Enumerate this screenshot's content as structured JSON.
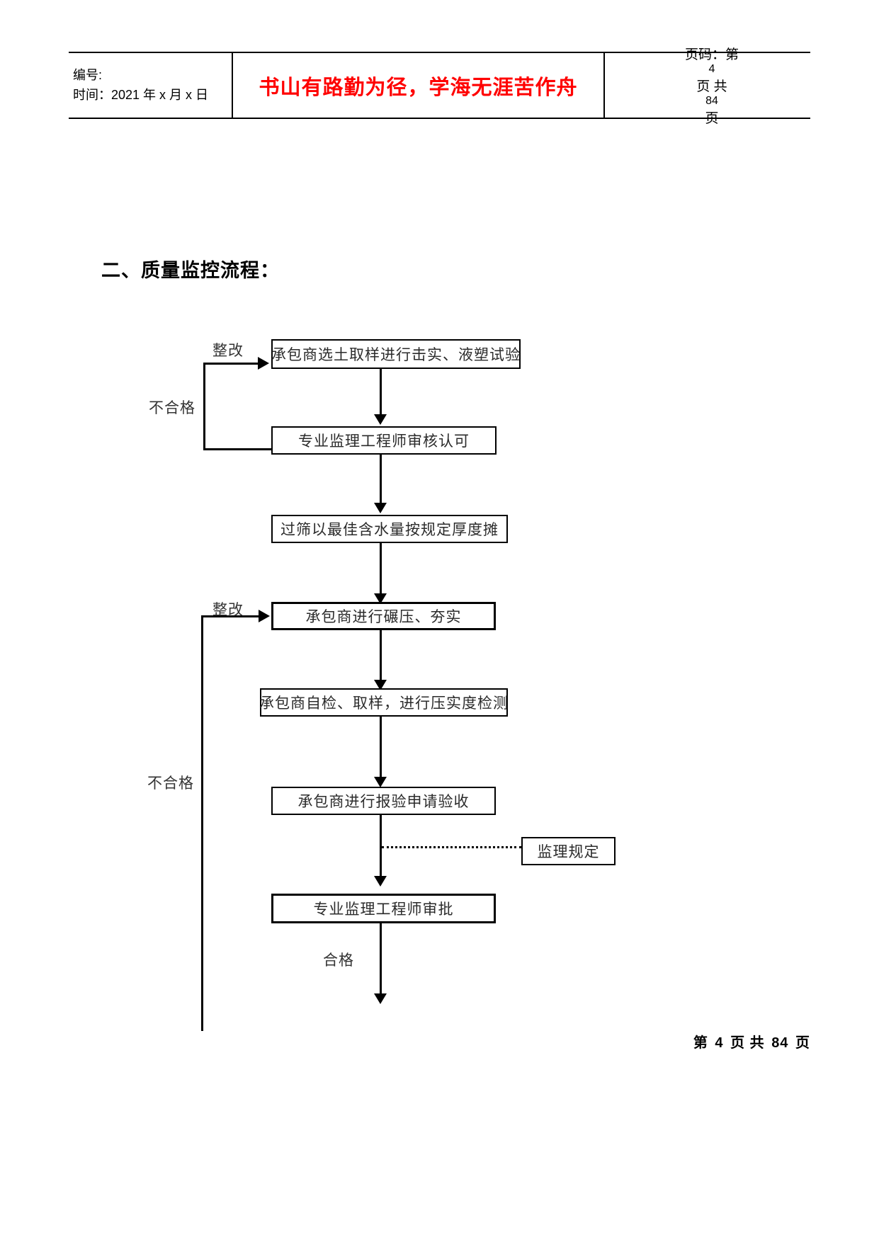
{
  "header": {
    "code_label": "编号:",
    "time_label": "时间：2021 年 x 月 x 日",
    "slogan": "书山有路勤为径，学海无涯苦作舟",
    "slogan_color": "#ff0000",
    "page_prefix": "页码：第",
    "page_current": "4",
    "page_mid": "页  共",
    "page_total": "84",
    "page_suffix": "页"
  },
  "section": {
    "title": "二、质量监控流程："
  },
  "flow": {
    "nodes": [
      {
        "id": "n1",
        "text": "承包商选土取样进行击实、液塑试验"
      },
      {
        "id": "n2",
        "text": "专业监理工程师审核认可"
      },
      {
        "id": "n3",
        "text": "过筛以最佳含水量按规定厚度摊"
      },
      {
        "id": "n4",
        "text": "承包商进行碾压、夯实"
      },
      {
        "id": "n5",
        "text": "承包商自检、取样，进行压实度检测"
      },
      {
        "id": "n6",
        "text": "承包商进行报验申请验收"
      },
      {
        "id": "n7",
        "text": "专业监理工程师审批"
      },
      {
        "id": "n8",
        "text": "监理规定"
      }
    ],
    "labels": {
      "rework_top": "整改",
      "fail_top": "不合格",
      "rework_mid": "整改",
      "fail_mid": "不合格",
      "pass": "合格"
    }
  },
  "footer": {
    "prefix": "第",
    "current": "4",
    "mid": "页  共",
    "total": "84",
    "suffix": "页"
  }
}
